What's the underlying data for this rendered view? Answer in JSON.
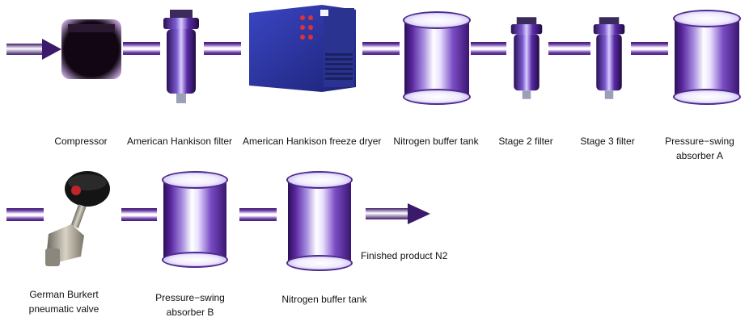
{
  "flow": {
    "row1": [
      {
        "id": "compressor",
        "label": "Compressor"
      },
      {
        "id": "filter1",
        "label": "American Hankison filter"
      },
      {
        "id": "dryer",
        "label": "American Hankison freeze dryer"
      },
      {
        "id": "buffer1",
        "label": "Nitrogen buffer tank"
      },
      {
        "id": "filter2",
        "label": "Stage 2 filter"
      },
      {
        "id": "filter3",
        "label": "Stage 3 filter"
      },
      {
        "id": "absorberA",
        "label_line1": "Pressure−swing",
        "label_line2": "absorber A"
      }
    ],
    "row2": [
      {
        "id": "valve",
        "label_line1": "German Burkert",
        "label_line2": "pneumatic valve"
      },
      {
        "id": "absorberB",
        "label_line1": "Pressure−swing",
        "label_line2": "absorber B"
      },
      {
        "id": "buffer2",
        "label": "Nitrogen buffer tank"
      }
    ],
    "output_label": "Finished product N2"
  },
  "colors": {
    "pipe_dark": "#3c1a6b",
    "pipe_mid": "#6c3aa8",
    "equipment_purple": "#4a2a86",
    "dryer_blue": "#2e3aa8"
  }
}
